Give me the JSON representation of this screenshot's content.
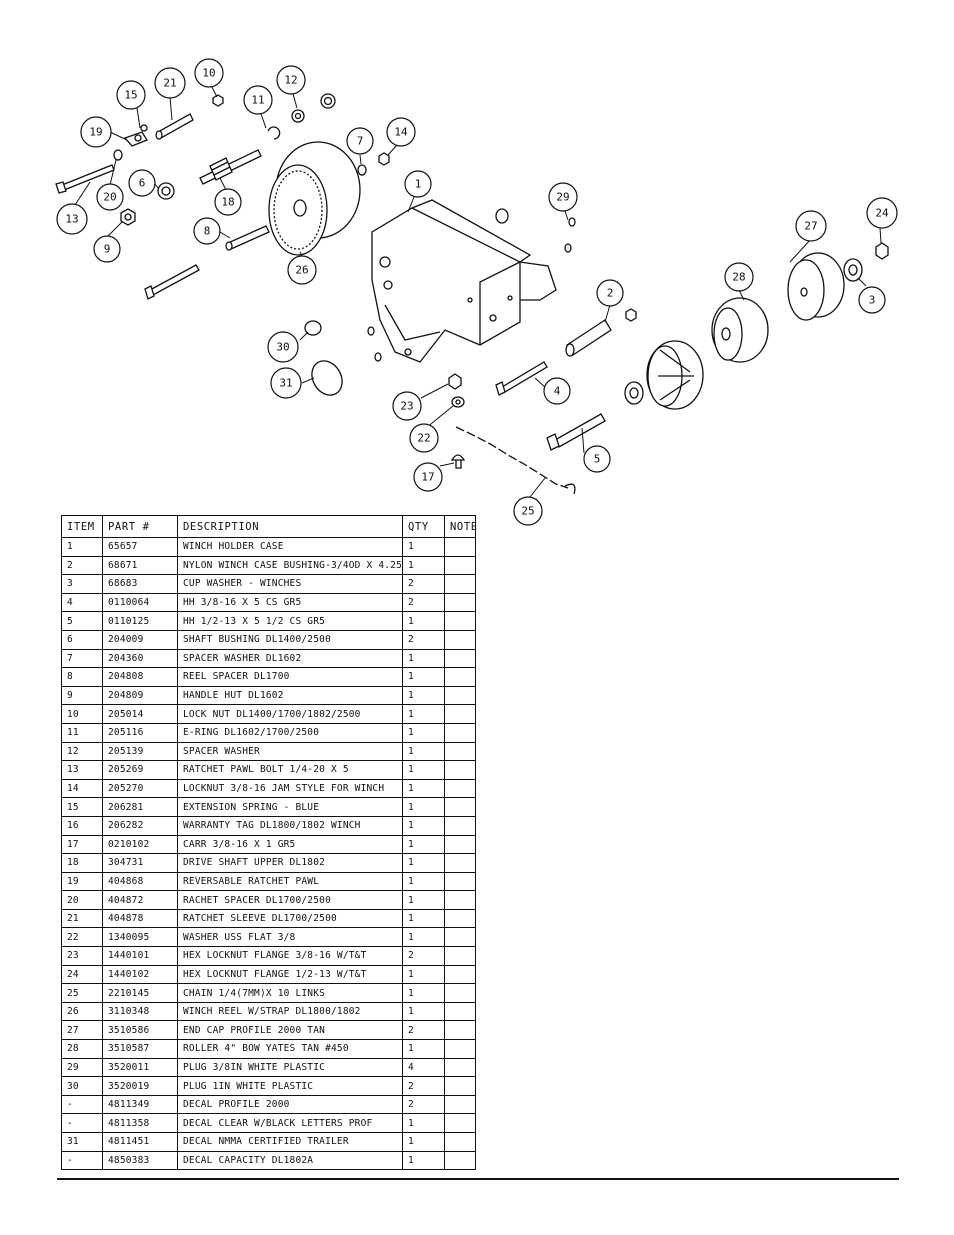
{
  "diagram": {
    "callouts": [
      "1",
      "2",
      "3",
      "4",
      "5",
      "6",
      "7",
      "8",
      "9",
      "10",
      "11",
      "12",
      "13",
      "14",
      "15",
      "17",
      "18",
      "19",
      "20",
      "21",
      "22",
      "23",
      "24",
      "25",
      "26",
      "27",
      "28",
      "29",
      "30",
      "31"
    ]
  },
  "table": {
    "headers": [
      "ITEM",
      "PART #",
      "DESCRIPTION",
      "QTY",
      "NOTE"
    ],
    "rows": [
      [
        "1",
        "65657",
        "WINCH HOLDER CASE",
        "1",
        ""
      ],
      [
        "2",
        "68671",
        "NYLON WINCH CASE BUSHING-3/4OD X 4.25",
        "1",
        ""
      ],
      [
        "3",
        "68683",
        "CUP WASHER - WINCHES",
        "2",
        ""
      ],
      [
        "4",
        "0110064",
        "HH 3/8-16 X 5 CS GR5",
        "2",
        ""
      ],
      [
        "5",
        "0110125",
        "HH 1/2-13 X 5 1/2 CS GR5",
        "1",
        ""
      ],
      [
        "6",
        "204009",
        "SHAFT BUSHING  DL1400/2500",
        "2",
        ""
      ],
      [
        "7",
        "204360",
        "SPACER WASHER  DL1602",
        "1",
        ""
      ],
      [
        "8",
        "204808",
        "REEL SPACER  DL1700",
        "1",
        ""
      ],
      [
        "9",
        "204809",
        "HANDLE HUT  DL1602",
        "1",
        ""
      ],
      [
        "10",
        "205014",
        "LOCK NUT  DL1400/1700/1802/2500",
        "1",
        ""
      ],
      [
        "11",
        "205116",
        "E-RING DL1602/1700/2500",
        "1",
        ""
      ],
      [
        "12",
        "205139",
        "SPACER WASHER",
        "1",
        ""
      ],
      [
        "13",
        "205269",
        "RATCHET PAWL BOLT 1/4-20 X 5",
        "1",
        ""
      ],
      [
        "14",
        "205270",
        "LOCKNUT 3/8-16 JAM STYLE FOR WINCH",
        "1",
        ""
      ],
      [
        "15",
        "206281",
        "EXTENSION SPRING - BLUE",
        "1",
        ""
      ],
      [
        "16",
        "206282",
        "WARRANTY TAG DL1800/1802 WINCH",
        "1",
        ""
      ],
      [
        "17",
        "0210102",
        "CARR 3/8-16 X 1 GR5",
        "1",
        ""
      ],
      [
        "18",
        "304731",
        "DRIVE SHAFT UPPER  DL1802",
        "1",
        ""
      ],
      [
        "19",
        "404868",
        "REVERSABLE RATCHET PAWL",
        "1",
        ""
      ],
      [
        "20",
        "404872",
        "RACHET SPACER  DL1700/2500",
        "1",
        ""
      ],
      [
        "21",
        "404878",
        "RATCHET SLEEVE  DL1700/2500",
        "1",
        ""
      ],
      [
        "22",
        "1340095",
        "WASHER USS FLAT 3/8",
        "1",
        ""
      ],
      [
        "23",
        "1440101",
        "HEX LOCKNUT FLANGE 3/8-16 W/T&T",
        "2",
        ""
      ],
      [
        "24",
        "1440102",
        "HEX LOCKNUT FLANGE 1/2-13 W/T&T",
        "1",
        ""
      ],
      [
        "25",
        "2210145",
        "CHAIN 1/4(7MM)X 10 LINKS",
        "1",
        ""
      ],
      [
        "26",
        "3110348",
        "WINCH REEL W/STRAP  DL1800/1802",
        "1",
        ""
      ],
      [
        "27",
        "3510586",
        "END CAP PROFILE 2000 TAN",
        "2",
        ""
      ],
      [
        "28",
        "3510587",
        "ROLLER 4\" BOW YATES TAN #450",
        "1",
        ""
      ],
      [
        "29",
        "3520011",
        "PLUG  3/8IN WHITE PLASTIC",
        "4",
        ""
      ],
      [
        "30",
        "3520019",
        "PLUG  1IN WHITE PLASTIC",
        "2",
        ""
      ],
      [
        "-",
        "4811349",
        "DECAL PROFILE 2000",
        "2",
        ""
      ],
      [
        "-",
        "4811358",
        "DECAL CLEAR W/BLACK LETTERS PROF",
        "1",
        ""
      ],
      [
        "31",
        "4811451",
        " DECAL NMMA CERTIFIED TRAILER",
        "1",
        ""
      ],
      [
        "-",
        "4850383",
        "DECAL CAPACITY DL1802A",
        "1",
        ""
      ]
    ]
  }
}
